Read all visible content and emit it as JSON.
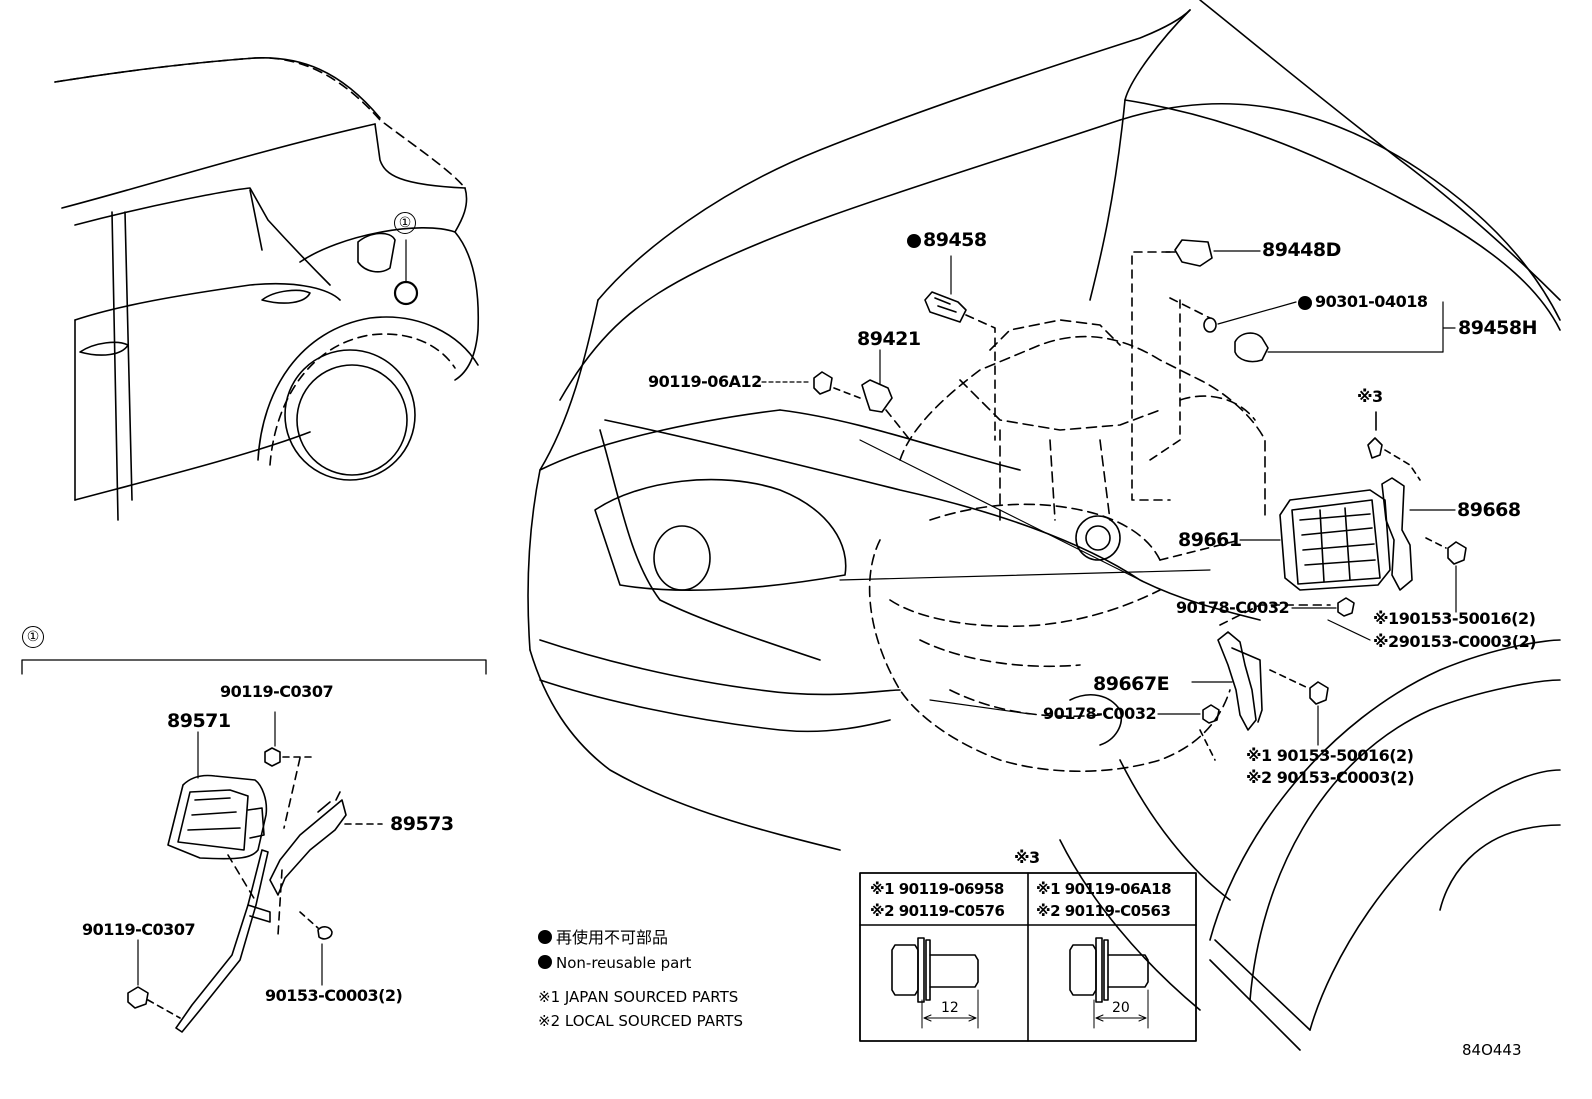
{
  "detail_marker": "①",
  "detail_header": "①",
  "callouts": {
    "c89458": "89458",
    "c89448D": "89448D",
    "c90301": "90301-04018",
    "c89458H": "89458H",
    "c89421": "89421",
    "c90119_06A12": "90119-06A12",
    "note3_top": "※3",
    "c89668": "89668",
    "c89661": "89661",
    "c90153_r1": "※190153-50016(2)",
    "c90178_top": "90178-C0032",
    "c90153_r2": "※290153-C0003(2)",
    "c89667E": "89667E",
    "c90178_bot": "90178-C0032",
    "c90153_b1": "※1 90153-50016(2)",
    "c90153_b2": "※2 90153-C0003(2)",
    "c90119_C0307_top": "90119-C0307",
    "c89571": "89571",
    "c89573": "89573",
    "c90119_C0307_bot": "90119-C0307",
    "c90153_C0003": "90153-C0003(2)"
  },
  "legend": {
    "line1": "再使用不可部品",
    "line2": "Non-reusable part",
    "line3": "※1 JAPAN SOURCED PARTS",
    "line4": "※2 LOCAL SOURCED PARTS"
  },
  "table": {
    "title": "※3",
    "col1_row1": "※1 90119-06958",
    "col1_row2": "※2 90119-C0576",
    "col2_row1": "※1 90119-06A18",
    "col2_row2": "※2 90119-C0563",
    "dim1": "12",
    "dim2": "20"
  },
  "drawing_id": "84O443"
}
